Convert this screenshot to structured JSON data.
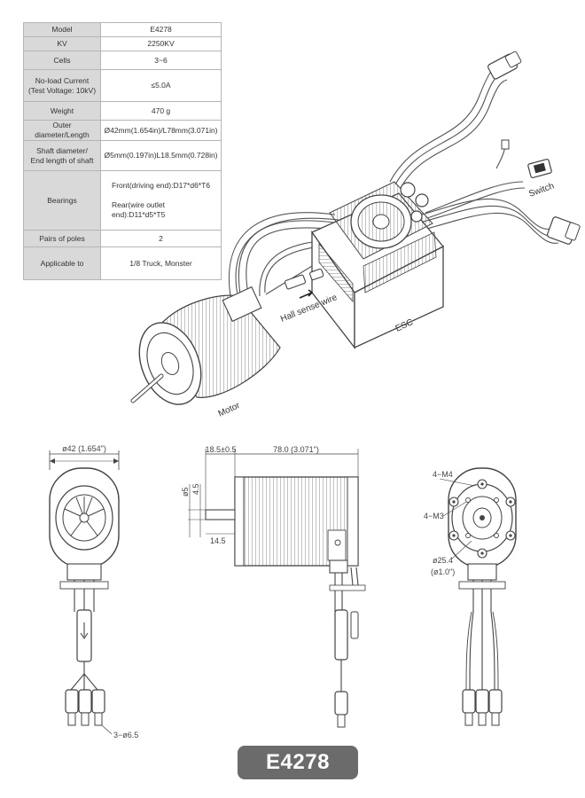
{
  "specs": [
    {
      "label": "Model",
      "value": "E4278"
    },
    {
      "label": "KV",
      "value": "2250KV"
    },
    {
      "label": "Cells",
      "value": "3~6"
    },
    {
      "label": "No-load Current\n(Test Voltage: 10kV)",
      "value": "≤5.0A"
    },
    {
      "label": "Weight",
      "value": "470 g"
    },
    {
      "label": "Outer diameter/Length",
      "value": "Ø42mm(1.654in)/L78mm(3.071in)"
    },
    {
      "label": "Shaft diameter/\nEnd length of shaft",
      "value": "Ø5mm(0.197in)L18.5mm(0.728in)"
    },
    {
      "label": "Bearings",
      "values": [
        "Front(driving end):D17*d6*T6",
        "Rear(wire outlet end):D11*d5*T5"
      ]
    },
    {
      "label": "Pairs of poles",
      "value": "2"
    },
    {
      "label": "Applicable to",
      "value": "1/8 Truck, Monster"
    }
  ],
  "callouts": {
    "switch": "Switch",
    "hall": "Hall sense wire",
    "esc": "ESC",
    "motor": "Motor"
  },
  "dimensions": {
    "front_diameter": "ø42 (1.654\")",
    "shaft_end": "18.5±0.5",
    "body_length": "78.0 (3.071\")",
    "shaft_dia": "ø5",
    "step_a": "4.5",
    "step_b": "14.5",
    "screws_a": "4−M4",
    "screws_b": "4−M3",
    "bolt_circle": "ø25.4",
    "bolt_circle_in": "(ø1.0\")",
    "plug_dia": "3−ø6.5"
  },
  "model_banner": "E4278"
}
